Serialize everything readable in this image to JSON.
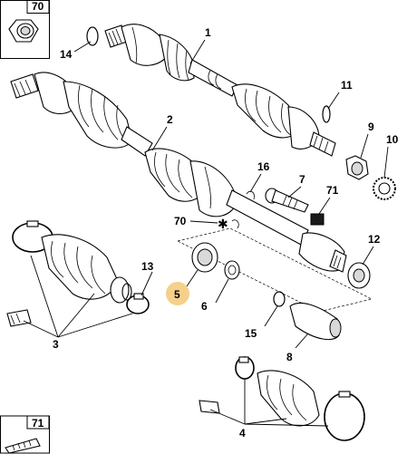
{
  "callouts": {
    "c70_top": "70",
    "c14": "14",
    "c1": "1",
    "c11": "11",
    "c2": "2",
    "c9": "9",
    "c10": "10",
    "c16": "16",
    "c7": "7",
    "c71_mid": "71",
    "c70_mid": "70",
    "c12": "12",
    "c13": "13",
    "c5": "5",
    "c6": "6",
    "c3": "3",
    "c15": "15",
    "c8": "8",
    "c4": "4",
    "c71_bottom": "71"
  },
  "highlight_color": "#f5d08a"
}
